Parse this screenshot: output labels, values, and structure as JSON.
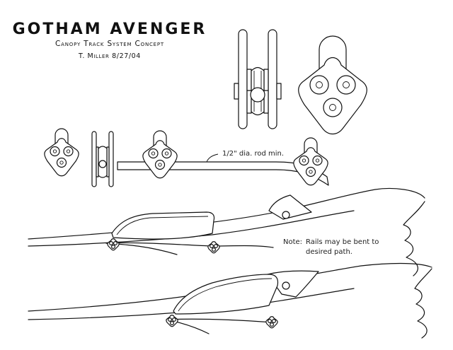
{
  "drawing": {
    "title": "GOTHAM AVENGER",
    "subtitle": "Canopy Track System Concept",
    "author": "T. Miller 8/27/04"
  },
  "annotations": {
    "rod_label": "1/2\" dia. rod min.",
    "note_label": "Note:",
    "note_line1": "Rails may be bent to",
    "note_line2": "desired path."
  }
}
